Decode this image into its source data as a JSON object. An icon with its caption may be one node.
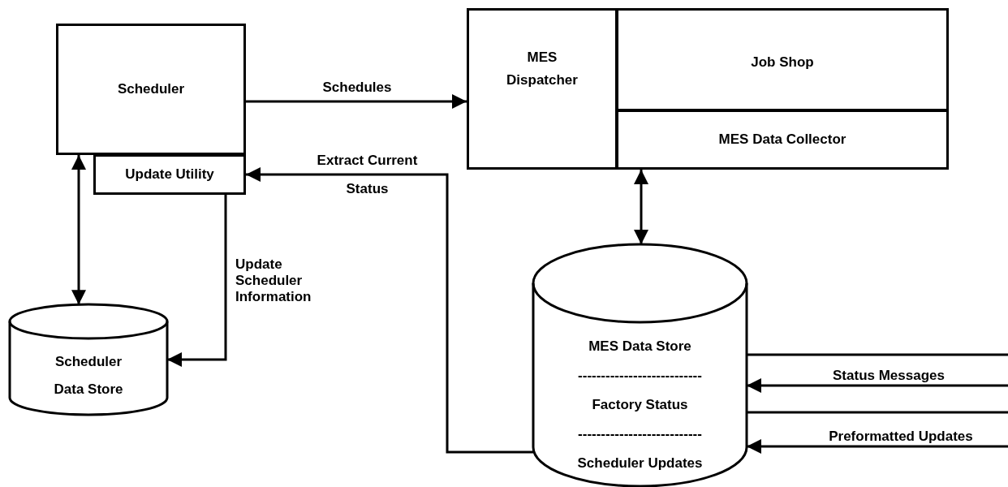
{
  "diagram": {
    "nodes": [
      {
        "text": [
          "Scheduler"
        ]
      },
      {
        "text": [
          "Update Utility"
        ]
      },
      {
        "text": [
          "MES Dispatcher"
        ]
      },
      {
        "text": [
          "Job Shop"
        ]
      },
      {
        "text": [
          "MES Data Collector"
        ]
      },
      {
        "text": [
          "Scheduler",
          "Data Store"
        ]
      },
      {
        "text": [
          "MES Data Store",
          "---------------------------",
          "Factory Status",
          "---------------------------",
          "Scheduler Updates"
        ]
      }
    ],
    "edges": [
      {
        "from": 0,
        "to": 2,
        "arrow": "to",
        "label": "Schedules"
      },
      {
        "from": 0,
        "to": 5,
        "arrow": "both"
      },
      {
        "from": 6,
        "to": 1,
        "arrow": "to",
        "label": "Extract Current Status"
      },
      {
        "from": 1,
        "to": 5,
        "arrow": "to",
        "label": "Update Scheduler Information"
      },
      {
        "from": 4,
        "to": 6,
        "arrow": "both"
      },
      {
        "from": null,
        "to": 6,
        "arrow": "none"
      },
      {
        "from": null,
        "to": 6,
        "arrow": "to",
        "label": "Status Messages"
      },
      {
        "from": null,
        "to": 6,
        "arrow": "none"
      },
      {
        "from": null,
        "to": 6,
        "arrow": "to",
        "label": "Preformatted Updates"
      }
    ]
  }
}
